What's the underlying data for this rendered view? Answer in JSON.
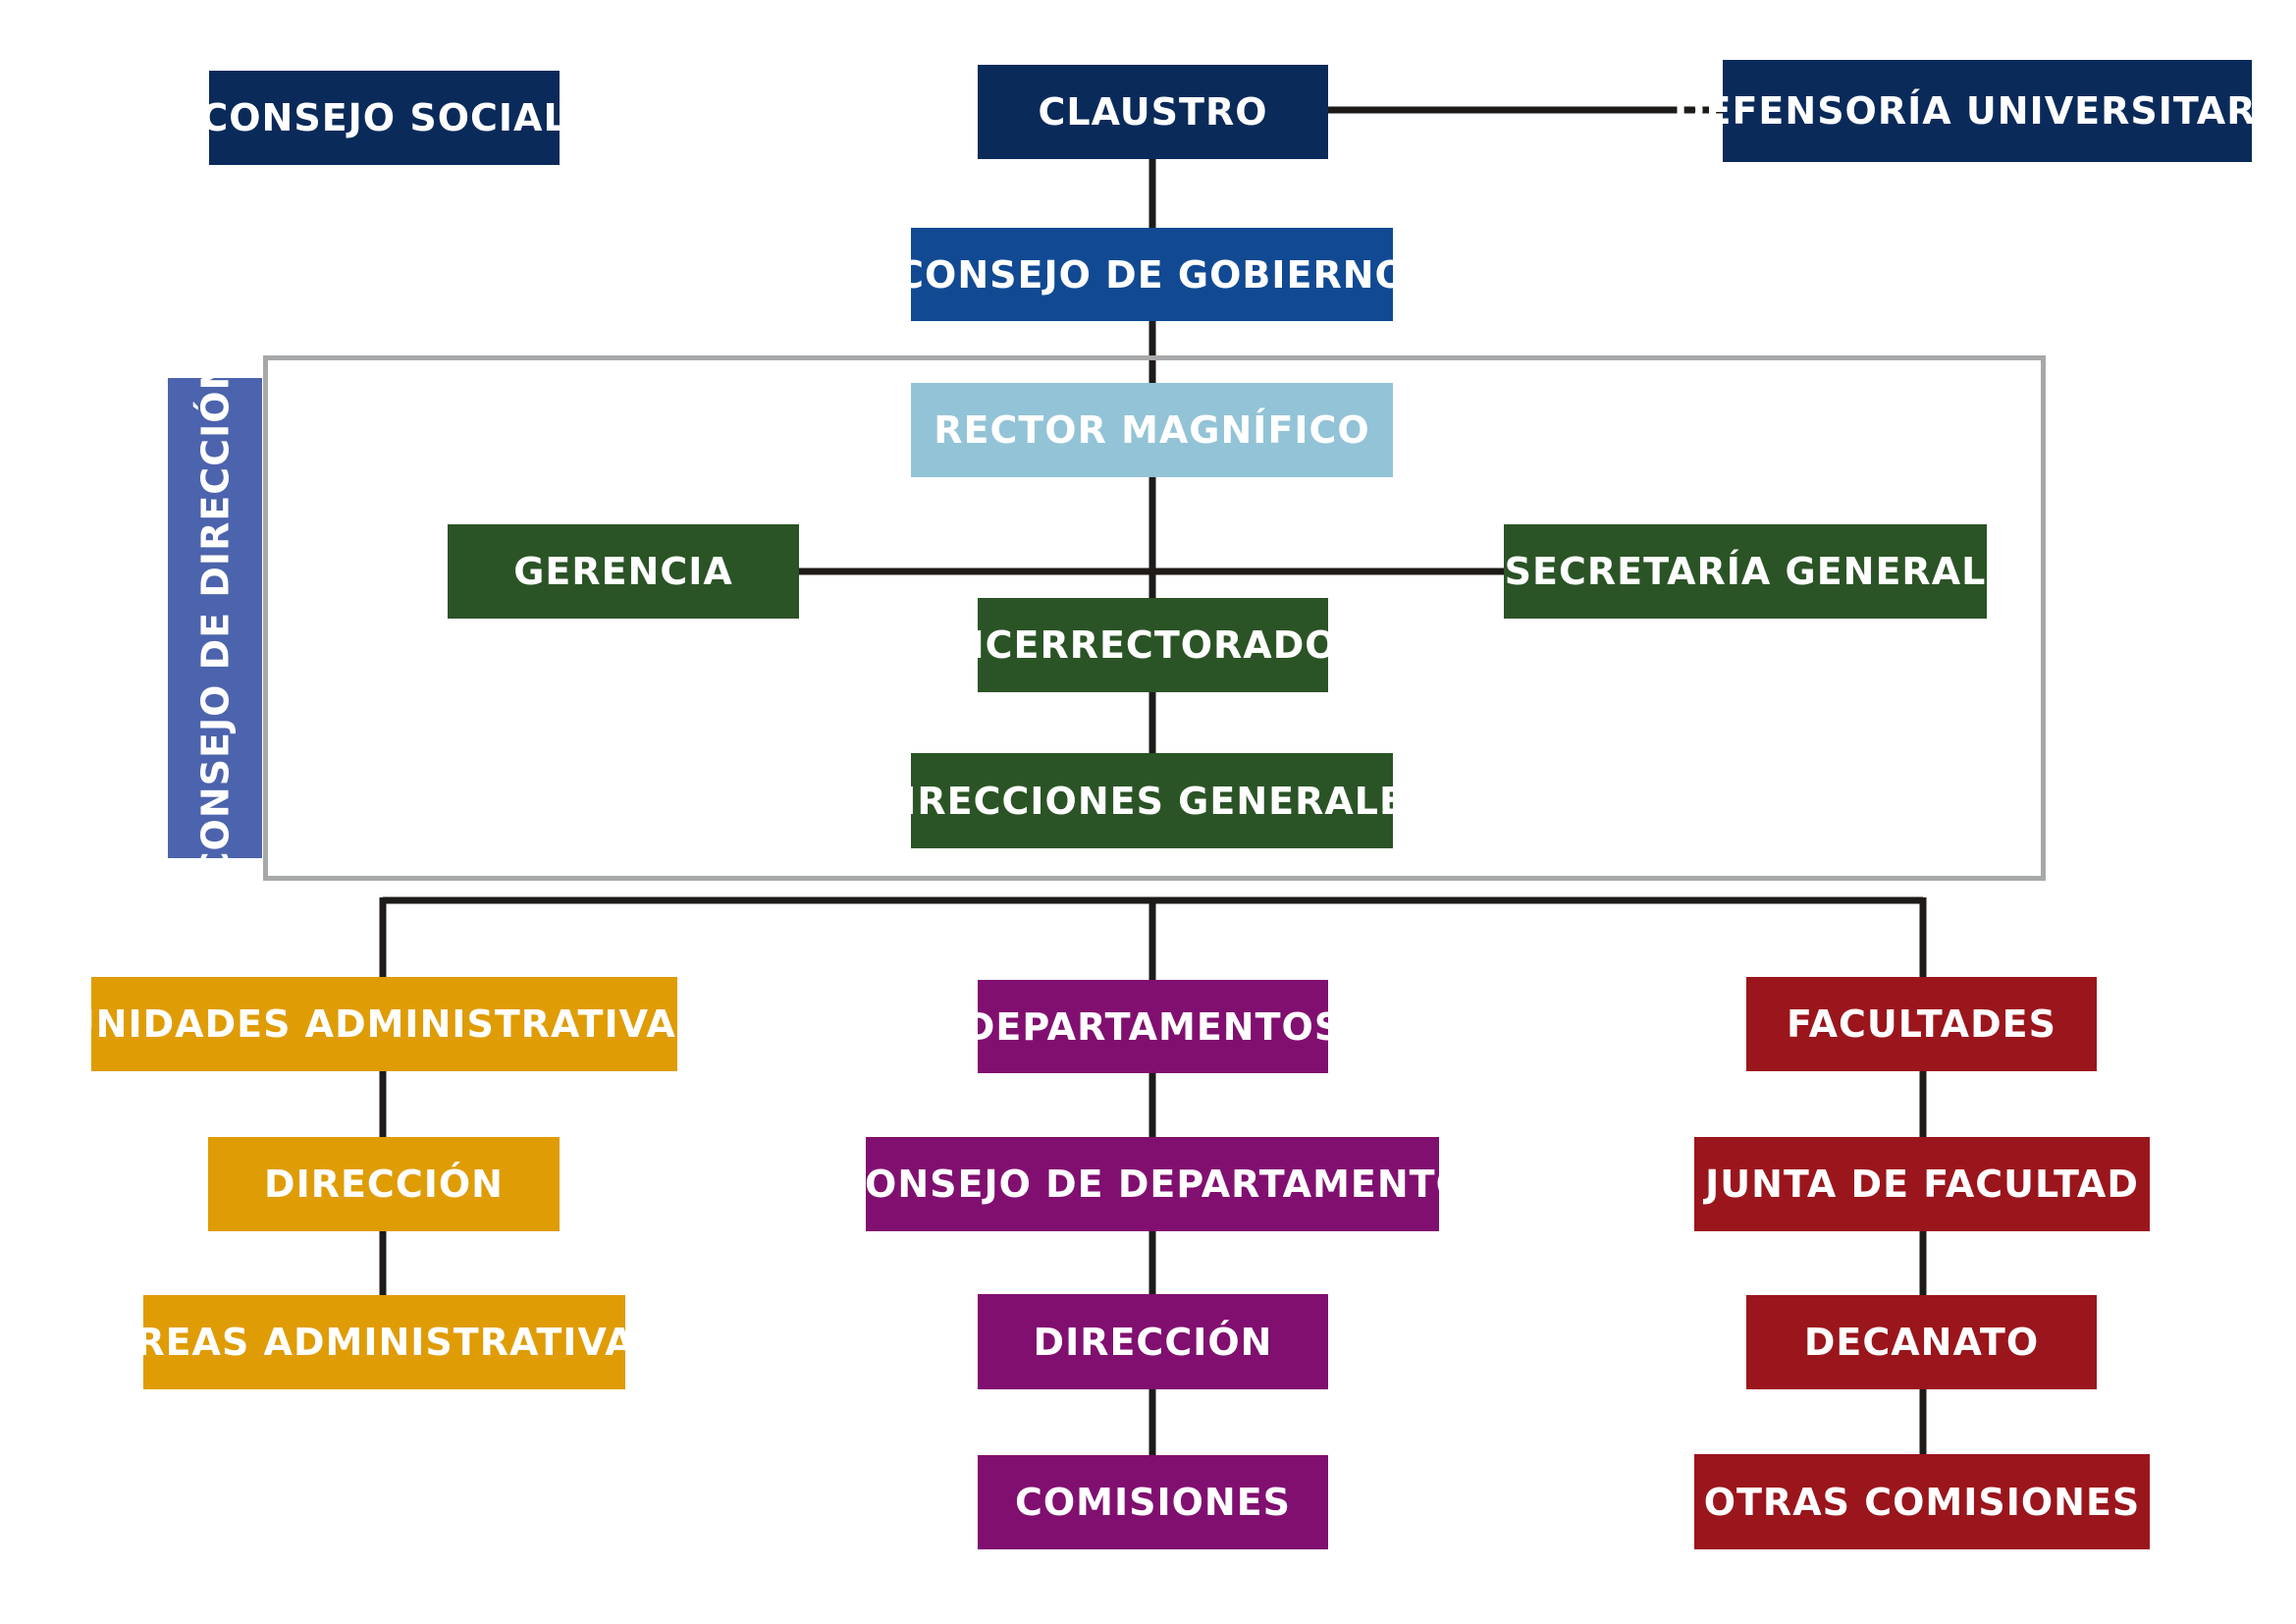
{
  "colors": {
    "navy": "#0a2a5a",
    "blue": "#114a93",
    "light_blue": "#93c3d6",
    "green": "#2b5426",
    "side_blue": "#4c63ad",
    "gold": "#df9c05",
    "purple": "#810f70",
    "red": "#9b151c",
    "line": "#1e1a17",
    "frame": "#a7a8aa"
  },
  "top": {
    "consejo_social": "CONSEJO SOCIAL",
    "claustro": "CLAUSTRO",
    "defensoria": "DEFENSORÍA UNIVERSITARIA",
    "consejo_gobierno": "CONSEJO DE GOBIERNO"
  },
  "direccion": {
    "side_label": "CONSEJO DE DIRECCIÓN",
    "rector": "RECTOR MAGNÍFICO",
    "gerencia": "GERENCIA",
    "secretaria": "SECRETARÍA GENERAL",
    "vicerrectorados": "VICERRECTORADOS",
    "direcciones_generales": "DIRECCIONES GENERALES"
  },
  "branches": {
    "admin": {
      "head": "UNIDADES ADMINISTRATIVAS",
      "items": [
        "DIRECCIÓN",
        "ÁREAS ADMINISTRATIVAS"
      ]
    },
    "departamentos": {
      "head": "DEPARTAMENTOS",
      "items": [
        "CONSEJO DE DEPARTAMENTO",
        "DIRECCIÓN",
        "COMISIONES"
      ]
    },
    "facultades": {
      "head": "FACULTADES",
      "items": [
        "JUNTA DE FACULTAD",
        "DECANATO",
        "OTRAS COMISIONES"
      ]
    }
  }
}
